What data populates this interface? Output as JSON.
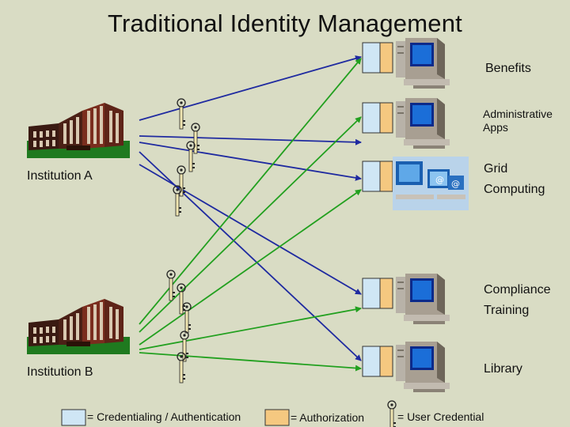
{
  "title": "Traditional Identity Management",
  "institutions": [
    {
      "name": "Institution A"
    },
    {
      "name": "Institution B"
    }
  ],
  "services": [
    {
      "name": "Benefits"
    },
    {
      "name": "Administrative Apps"
    },
    {
      "name": "Grid Computing"
    },
    {
      "name": "Compliance Training"
    },
    {
      "name": "Library"
    }
  ],
  "legend": {
    "authentication": "= Credentialing / Authentication",
    "authorization": "= Authorization",
    "credential": "= User Credential"
  },
  "colors": {
    "background": "#d9dcc4",
    "institution_a_arrows": "#1f2aa0",
    "institution_b_arrows": "#22a01f",
    "authentication_box": "#cfe6f5",
    "authorization_box": "#f5c880"
  },
  "icons": [
    "building-icon",
    "computer-icon",
    "key-icon"
  ]
}
